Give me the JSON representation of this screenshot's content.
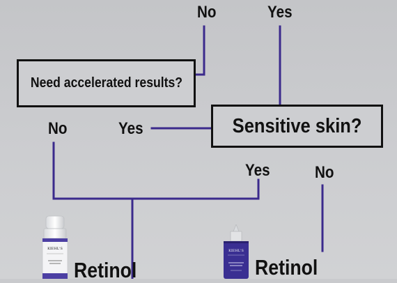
{
  "diagram": {
    "colors": {
      "connector": "#3b2a8c",
      "text": "#111111",
      "box_border": "#111111"
    },
    "labels": {
      "top_no": "No",
      "top_yes": "Yes",
      "left_no": "No",
      "mid_yes": "Yes",
      "lower_yes": "Yes",
      "right_no": "No"
    },
    "nodes": {
      "accelerated": "Need accelerated results?",
      "sensitive": "Sensitive skin?"
    },
    "products": {
      "left_name": "Retinol",
      "right_name": "Retinol",
      "left_bottle_brand": "KIEHL'S",
      "right_bottle_brand": "KIEHL'S"
    }
  }
}
